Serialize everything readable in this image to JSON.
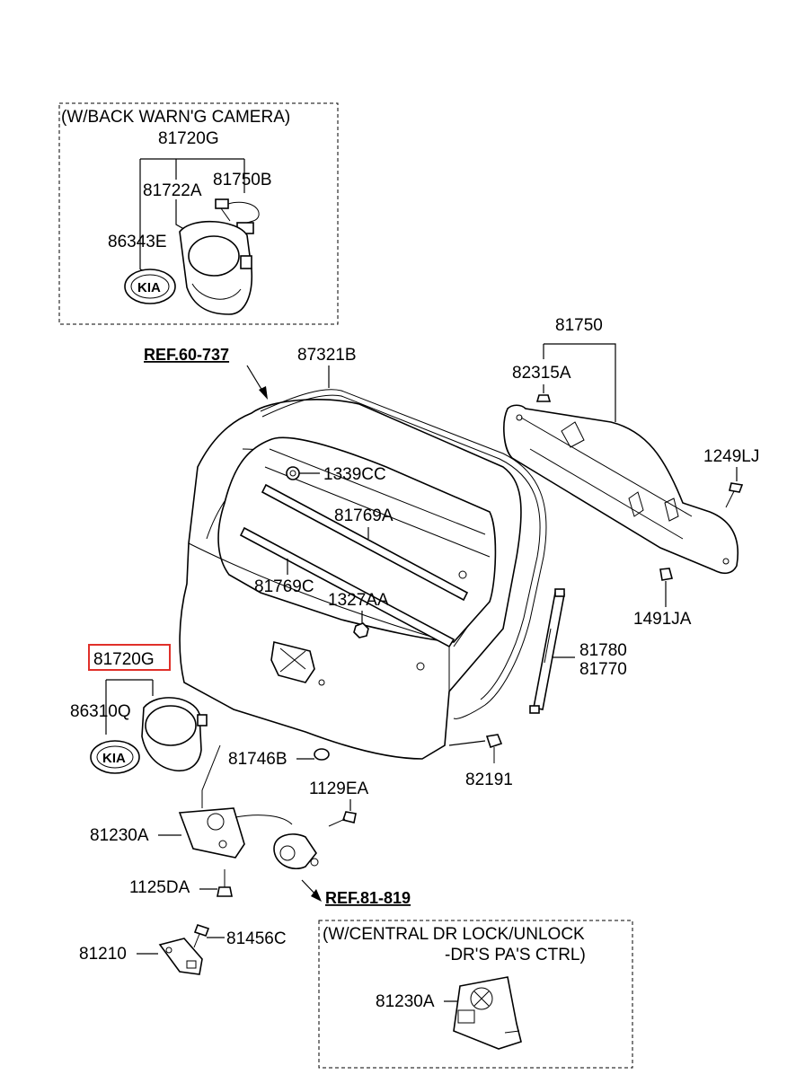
{
  "boxes": {
    "camera_title": "(W/BACK WARN'G CAMERA)",
    "central_title_line1": "(W/CENTRAL DR LOCK/UNLOCK",
    "central_title_line2": "-DR'S  PA'S CTRL)"
  },
  "refs": {
    "ref_60_737": "REF.60-737",
    "ref_81_819": "REF.81-819"
  },
  "labels": {
    "p81720G_top": "81720G",
    "p81722A": "81722A",
    "p81750B": "81750B",
    "p86343E": "86343E",
    "p87321B": "87321B",
    "p81750": "81750",
    "p82315A": "82315A",
    "p1249LJ": "1249LJ",
    "p1339CC": "1339CC",
    "p81769A": "81769A",
    "p81769C": "81769C",
    "p1327AA": "1327AA",
    "p1491JA": "1491JA",
    "p81780": "81780",
    "p81770": "81770",
    "p81720G_hl": "81720G",
    "p86310Q": "86310Q",
    "p81746B": "81746B",
    "p82191": "82191",
    "p1129EA": "1129EA",
    "p81230A": "81230A",
    "p1125DA": "1125DA",
    "p81210": "81210",
    "p81456C": "81456C",
    "p81230A_box": "81230A"
  },
  "emblem_text": "KIA",
  "highlight_color": "#e0302a"
}
